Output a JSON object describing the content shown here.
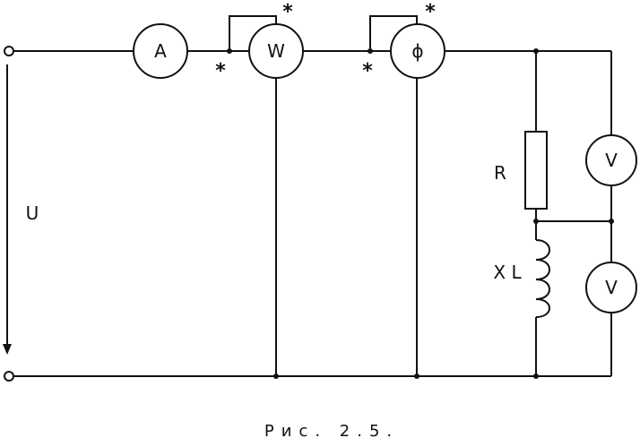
{
  "diagram": {
    "meters": {
      "ammeter": "A",
      "wattmeter": "W",
      "phasemeter": "ϕ",
      "voltmeter_r": "V",
      "voltmeter_l": "V"
    },
    "labels": {
      "source_voltage": "U",
      "resistor": "R",
      "inductor": "X L",
      "star": "*"
    },
    "caption": "Рис. 2.5."
  }
}
